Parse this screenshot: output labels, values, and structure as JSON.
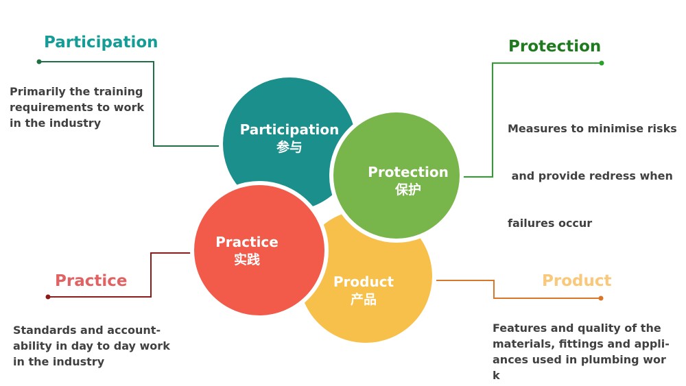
{
  "colors": {
    "participation": "#1A8F8C",
    "protection": "#78B54B",
    "practice": "#F25A4A",
    "product": "#F7C04A",
    "participation_heading": "#169C97",
    "protection_heading": "#1F7A1F",
    "practice_heading": "#E06262",
    "product_heading": "#F9C87A",
    "participation_line": "#1E7044",
    "protection_line": "#2AA12A",
    "practice_line": "#8B1A1A",
    "product_line": "#D8772A",
    "description_text": "#404040"
  },
  "pillars": {
    "participation": {
      "label": "Participation",
      "label_zh": "参与"
    },
    "protection": {
      "label": "Protection",
      "label_zh": "保护"
    },
    "practice": {
      "label": "Practice",
      "label_zh": "实践"
    },
    "product": {
      "label": "Product",
      "label_zh": "产品"
    }
  },
  "callouts": {
    "participation": {
      "heading": "Participation",
      "lines": [
        "Primarily the training",
        "requirements to work",
        "in the industry"
      ]
    },
    "protection": {
      "heading": "Protection",
      "lines": [
        "Measures to minimise risks",
        " and provide redress when",
        "failures occur"
      ]
    },
    "practice": {
      "heading": "Practice",
      "lines": [
        "Standards and account-",
        "ability in day to day work",
        "in the industry"
      ]
    },
    "product": {
      "heading": "Product",
      "lines": [
        "Features and quality of the",
        "materials, fittings and appli-",
        "ances used in plumbing wor",
        "k"
      ]
    }
  }
}
